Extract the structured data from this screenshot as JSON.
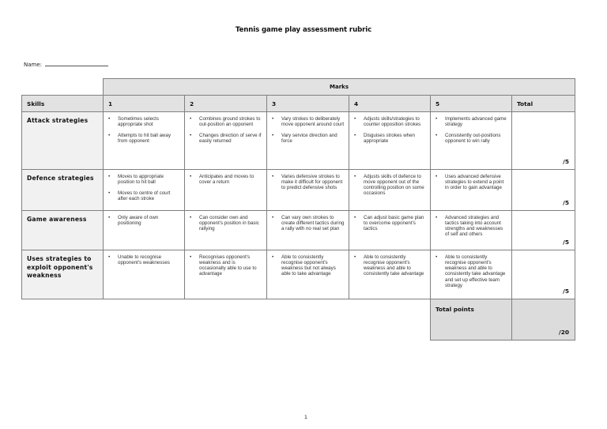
{
  "document": {
    "title": "Tennis game play assessment rubric",
    "name_label": "Name:",
    "page_number": "1"
  },
  "table": {
    "marks_header": "Marks",
    "columns": [
      "Skills",
      "1",
      "2",
      "3",
      "4",
      "5",
      "Total"
    ],
    "rows": [
      {
        "skill": "Attack strategies",
        "levels": [
          [
            "Sometimes selects appropriate shot",
            "Attempts to hit ball away from opponent"
          ],
          [
            "Combines ground strokes to out-position an opponent",
            "Changes direction of serve if easily returned"
          ],
          [
            "Vary strokes to deliberately move opponent around court",
            "Vary service direction and force"
          ],
          [
            "Adjusts skills/strategies to counter opposition strokes",
            "Disguises strokes when appropriate"
          ],
          [
            "Implements advanced game strategy",
            "Consistently out-positions opponent to win rally"
          ]
        ],
        "total": "/5"
      },
      {
        "skill": "Defence strategies",
        "levels": [
          [
            "Moves to appropriate position to hit ball",
            "Moves to centre of court after each stroke"
          ],
          [
            "Anticipates and moves to cover a return"
          ],
          [
            "Varies defensive strokes to make it difficult for opponent to predict defensive shots"
          ],
          [
            "Adjusts skills of defence to move opponent out of the controlling position on some occasions"
          ],
          [
            "Uses advanced defensive strategies to extend a point in order to gain advantage"
          ]
        ],
        "total": "/5"
      },
      {
        "skill": "Game awareness",
        "levels": [
          [
            "Only aware of own positioning"
          ],
          [
            "Can consider own and opponent's position in basic rallying"
          ],
          [
            "Can vary own strokes to create different tactics during a rally with no real set plan"
          ],
          [
            "Can adjust basic game plan to overcome opponent's tactics"
          ],
          [
            "Advanced strategies and tactics taking into account strengths and weaknesses of self and others"
          ]
        ],
        "total": "/5"
      },
      {
        "skill": "Uses strategies to exploit opponent's weakness",
        "levels": [
          [
            "Unable to recognise opponent's weaknesses"
          ],
          [
            "Recognises opponent's weakness and is occasionally able to use to advantage"
          ],
          [
            "Able to consistently recognise opponent's weakness but not always able to take advantage"
          ],
          [
            "Able to consistently recognise opponent's weakness and able to consistently take advantage"
          ],
          [
            "Able to consistently recognise opponent's weakness and able to consistently take advantage and set up effective team strategy"
          ]
        ],
        "total": "/5"
      }
    ],
    "total_points_label": "Total points",
    "total_points_value": "/20"
  }
}
